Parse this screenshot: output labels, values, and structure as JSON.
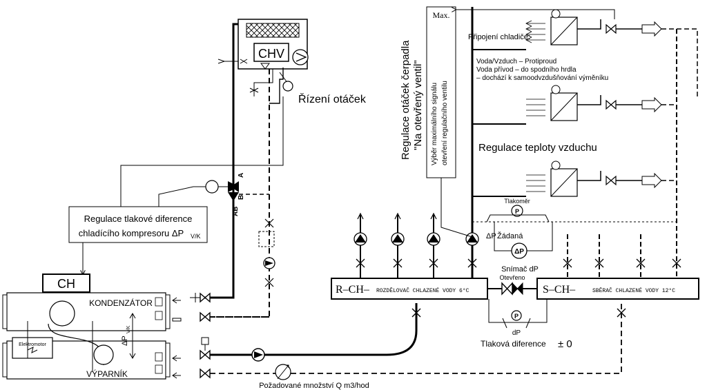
{
  "labels": {
    "chv": "CHV",
    "ch": "CH",
    "rizeni_otacek": "Řízení otáček",
    "regulace_tlakove_1": "Regulace tlakové diference",
    "regulace_tlakove_2": "chladícího kompresoru ΔP",
    "regulace_tlakove_sub": "V/K",
    "kondenzator": "KONDENZÁTOR",
    "vyparnik": "VÝPARNÍK",
    "elektromotor": "Elektromotor",
    "dp_vk": "ΔP",
    "dp_vk_sub": "V/K",
    "valve_a": "A",
    "valve_b": "B",
    "valve_ab": "AB",
    "pump_reg_1": "Regulace otáček čerpadla",
    "pump_reg_2": "\"Na otevřený ventil\"",
    "max_select_1": "Výběr maximálního signálu",
    "max_select_2": "otevření regulačního ventilu",
    "max": "Max.",
    "pripojeni": "Připojení chladiče:",
    "note1": "Voda/Vzduch  –  Protiproud",
    "note2": "Voda přívod  –  do spodního hrdla",
    "note3": "– dochází k samoodvzdušňování výměníku",
    "regulace_teploty": "Regulace teploty vzduchu",
    "tlakomer": "Tlakoměr",
    "p": "P",
    "zadana": "Žádaná",
    "dp_delta": "ΔP",
    "dp_short": "ΔP",
    "snimac": "Snímač dP",
    "otevreno": "Otevřeno",
    "rch_main": "R–CH–",
    "rch_desc": "ROZDĚLOVAČ CHLAZENÉ VODY 6°C",
    "sch_main": "S–CH–",
    "sch_desc": "SBĚRAČ CHLAZENÉ VODY 12°C",
    "dp": "dP",
    "tlakova_diference": "Tlaková diference",
    "pm0": "± 0",
    "pozadovane": "Požadované množství Q m3/hod"
  }
}
